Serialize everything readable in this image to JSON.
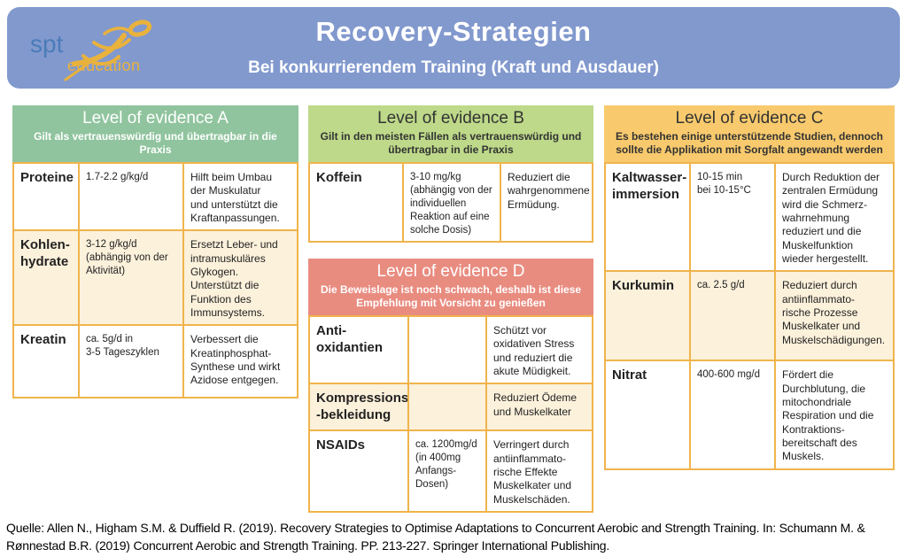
{
  "header": {
    "title": "Recovery-Strategien",
    "subtitle": "Bei konkurrierendem Training (Kraft und Ausdauer)"
  },
  "logo": {
    "spt": "spt",
    "education": "education"
  },
  "colors": {
    "banner_blue": "#8299CE",
    "evidence_a_green": "#90C49E",
    "evidence_b_green": "#BDD989",
    "evidence_c_orange": "#F8CA6D",
    "evidence_d_red": "#E98C80",
    "cell_border_gold": "#F0B44C",
    "row_cream": "#FCF1DB",
    "logo_blue": "#4A7CB8",
    "logo_gold": "#E9B23C"
  },
  "tables": {
    "a": {
      "title": "Level of evidence A",
      "subtitle": "Gilt als vertrauenswürdig und übertragbar in die Praxis",
      "rows": [
        {
          "name": "Proteine",
          "dose": "1.7-2.2 g/kg/d",
          "effect": "Hilft beim Umbau\nder Muskulatur\nund unterstützt die\nKraftanpassungen."
        },
        {
          "name": "Kohlen-\nhydrate",
          "dose": "3-12 g/kg/d\n(abhängig von der\nAktivität)",
          "effect": "Ersetzt Leber- und\nintramuskuläres\nGlykogen.\nUnterstützt die\nFunktion des\nImmunsystems."
        },
        {
          "name": "Kreatin",
          "dose": "ca. 5g/d in\n3-5 Tageszyklen",
          "effect": "Verbessert die\nKreatinphosphat-\nSynthese und wirkt\nAzidose entgegen."
        }
      ]
    },
    "b": {
      "title": "Level of evidence B",
      "subtitle": "Gilt in den meisten Fällen als vertrauenswürdig und\nübertragbar in die Praxis",
      "rows": [
        {
          "name": "Koffein",
          "dose": "3-10 mg/kg\n(abhängig von der\nindividuellen\nReaktion auf eine\nsolche Dosis)",
          "effect": "Reduziert die\nwahrgenommene\nErmüdung."
        }
      ]
    },
    "c": {
      "title": "Level of evidence C",
      "subtitle": "Es bestehen einige unterstützende Studien, dennoch\nsollte die Applikation mit Sorgfalt angewandt werden",
      "rows": [
        {
          "name": "Kaltwasser-\nimmersion",
          "dose": "10-15 min\nbei 10-15°C",
          "effect": "Durch Reduktion der\nzentralen Ermüdung\nwird die Schmerz-\nwahrnehmung\nreduziert und die\nMuskelfunktion\nwieder hergestellt."
        },
        {
          "name": "Kurkumin",
          "dose": "ca. 2.5 g/d",
          "effect": "Reduziert durch\nantiinflammato-\nrische Prozesse\nMuskelkater und\nMuskelschädigungen."
        },
        {
          "name": "Nitrat",
          "dose": "400-600 mg/d",
          "effect": "Fördert die\nDurchblutung, die\nmitochondriale\nRespiration und die\nKontraktions-\nbereitschaft des\nMuskels."
        }
      ]
    },
    "d": {
      "title": "Level of evidence D",
      "subtitle": "Die Beweislage ist noch schwach, deshalb ist diese\nEmpfehlung mit Vorsicht zu genießen",
      "rows": [
        {
          "name": "Anti-\noxidantien",
          "dose": "",
          "effect": "Schützt vor\noxidativen Stress\nund reduziert die\nakute Müdigkeit."
        },
        {
          "name": "Kompressions\n-bekleidung",
          "dose": "",
          "effect": "Reduziert Ödeme\nund Muskelkater"
        },
        {
          "name": "NSAIDs",
          "dose": "ca. 1200mg/d\n(in 400mg\nAnfangs-\nDosen)",
          "effect": "Verringert durch\nantiinflammato-\nrische Effekte\nMuskelkater und\nMuskelschäden."
        }
      ]
    }
  },
  "footer": {
    "source": "Quelle: Allen N., Higham S.M. & Duffield R. (2019). Recovery Strategies to Optimise Adaptations to Concurrent Aerobic and Strength Training. In: Schumann M. & Rønnestad B.R. (2019) Concurrent Aerobic and Strength Training. PP. 213-227. Springer International Publishing."
  }
}
